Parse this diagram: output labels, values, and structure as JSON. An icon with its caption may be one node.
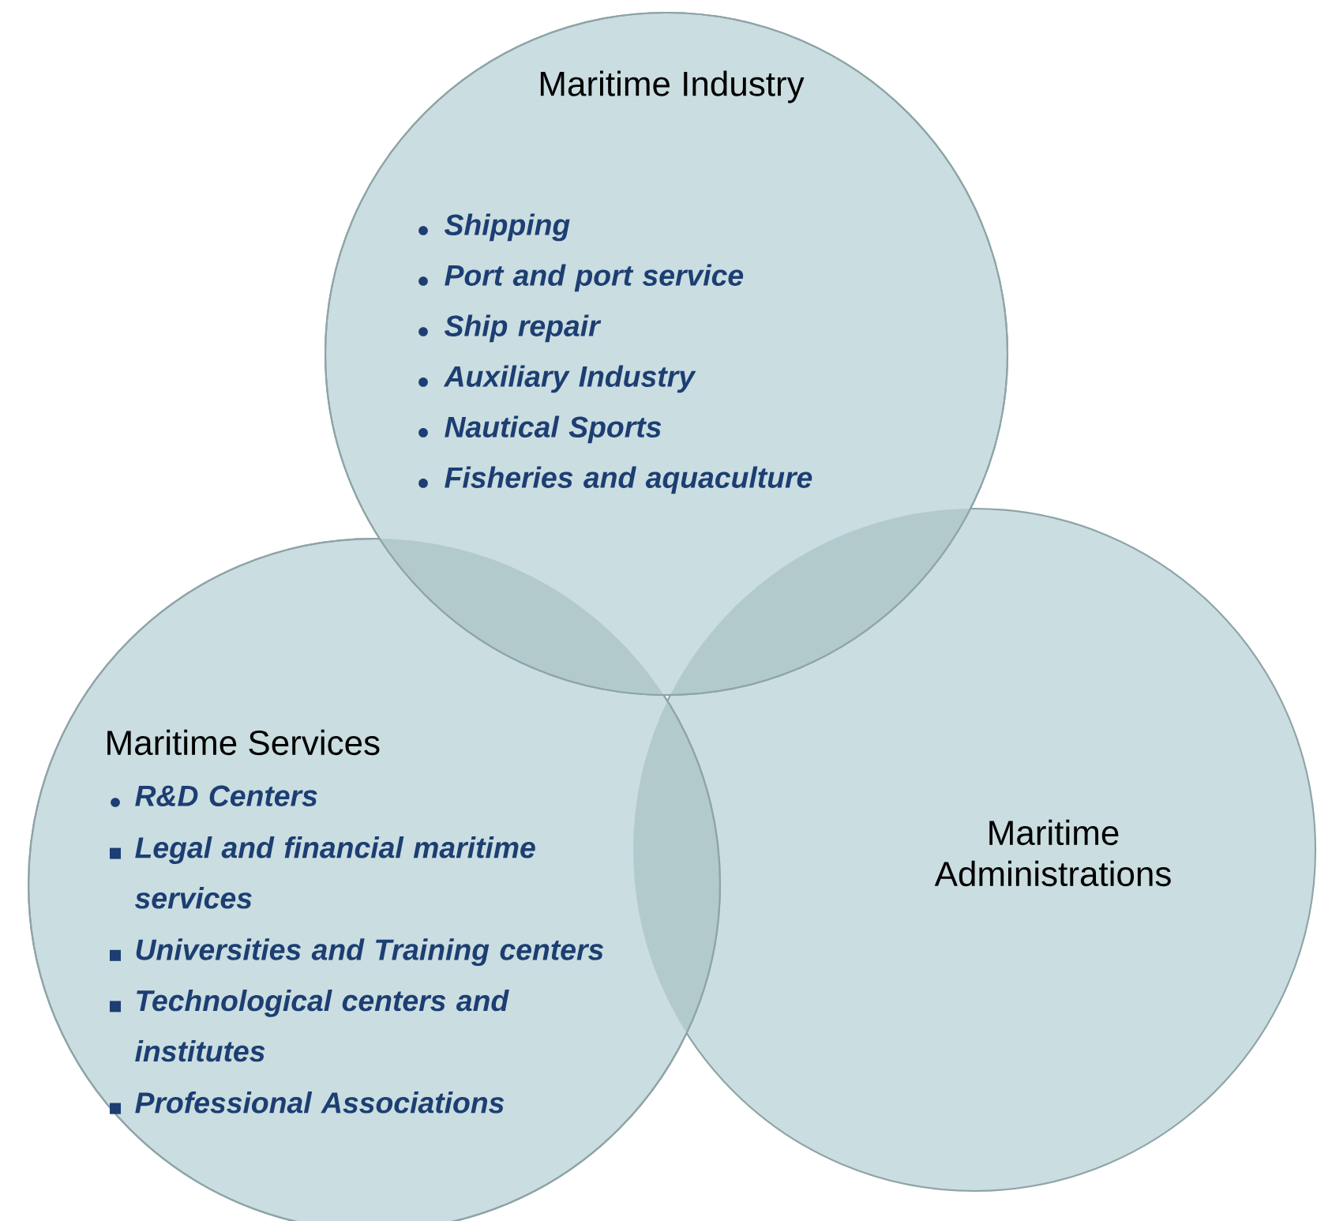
{
  "diagram": {
    "nodes": [
      {
        "text": [
          "Maritime Industry",
          "Shipping",
          "Port and port service",
          "Ship repair",
          "Auxiliary Industry",
          "Nautical Sports",
          "Fisheries and aquaculture"
        ]
      },
      {
        "text": [
          "Maritime Services",
          "R&D Centers",
          "Legal and financial maritime services",
          "Universities and Training centers",
          "Technological centers and institutes",
          "Professional Associations"
        ]
      },
      {
        "text": [
          "Maritime Administrations"
        ]
      }
    ]
  }
}
